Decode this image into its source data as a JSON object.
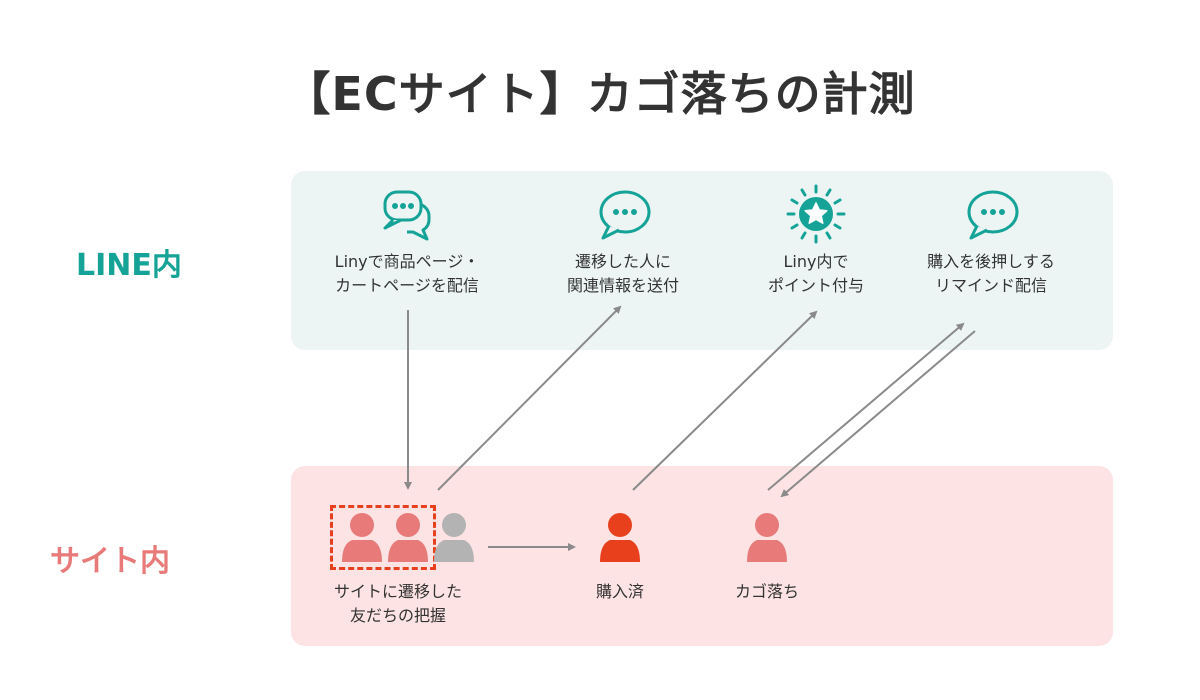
{
  "title": "【ECサイト】カゴ落ちの計測",
  "sections": {
    "line": {
      "label": "LINE内",
      "color": "#14a396"
    },
    "site": {
      "label": "サイト内",
      "color": "#e87a7a"
    }
  },
  "line_steps": [
    {
      "icon": "double-chat-bubble-icon",
      "line1": "Linyで商品ページ・",
      "line2": "カートページを配信"
    },
    {
      "icon": "chat-bubble-icon",
      "line1": "遷移した人に",
      "line2": "関連情報を送付"
    },
    {
      "icon": "star-badge-icon",
      "line1": "Liny内で",
      "line2": "ポイント付与"
    },
    {
      "icon": "chat-bubble-icon",
      "line1": "購入を後押しする",
      "line2": "リマインド配信"
    }
  ],
  "site_nodes": [
    {
      "icon": "user-group-icon",
      "line1": "サイトに遷移した",
      "line2": "友だちの把握"
    },
    {
      "icon": "user-icon",
      "line1": "購入済",
      "line2": ""
    },
    {
      "icon": "user-icon",
      "line1": "カゴ落ち",
      "line2": ""
    }
  ],
  "colors": {
    "teal": "#14a396",
    "user_pink": "#e87a7a",
    "user_gray": "#b3b3b3",
    "user_purchased": "#e8401c",
    "highlight_dash": "#e8401c",
    "arrow": "#8a8a8a"
  }
}
